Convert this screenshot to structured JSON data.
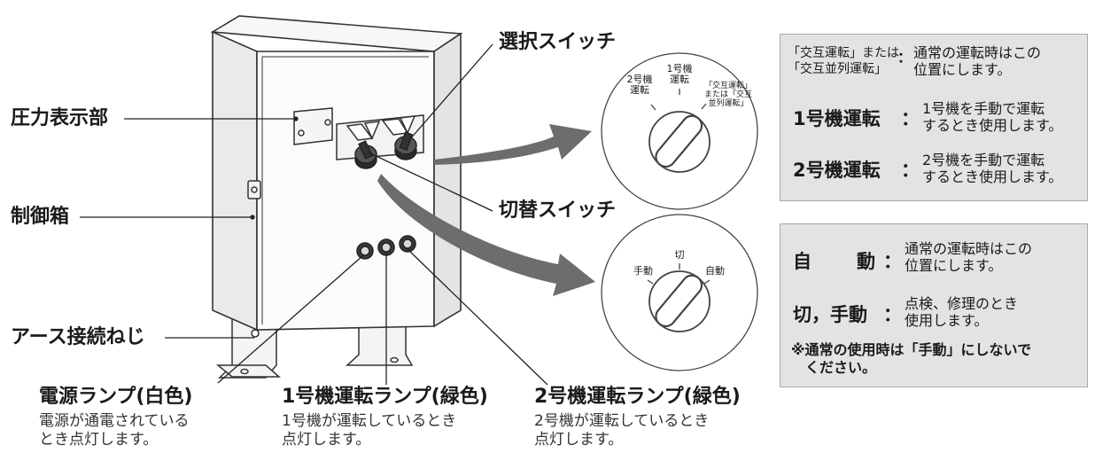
{
  "labels": {
    "selector_switch": "選択スイッチ",
    "pressure_display": "圧力表示部",
    "control_box": "制御箱",
    "changeover_switch": "切替スイッチ",
    "earth_screw": "アース接続ねじ"
  },
  "lamps": [
    {
      "title": "電源ランプ(白色)",
      "desc_line1": "電源が通電されている",
      "desc_line2": "とき点灯します。"
    },
    {
      "title": "1号機運転ランプ(緑色)",
      "desc_line1": "1号機が運転しているとき",
      "desc_line2": "点灯します。"
    },
    {
      "title": "2号機運転ランプ(緑色)",
      "desc_line1": "2号機が運転しているとき",
      "desc_line2": "点灯します。"
    }
  ],
  "selector_dial": {
    "pos_unit2_line1": "2号機",
    "pos_unit2_line2": "運転",
    "pos_unit1_line1": "1号機",
    "pos_unit1_line2": "運転",
    "pos_alt_line1": "「交互運転」",
    "pos_alt_line2": "または「交互",
    "pos_alt_line3": "並列運転」"
  },
  "changeover_dial": {
    "pos_off": "切",
    "pos_manual": "手動",
    "pos_auto": "自動"
  },
  "selector_box": {
    "row1_term_line1": "「交互運転」または",
    "row1_term_line2": "「交互並列運転」",
    "row1_text_line1": "通常の運転時はこの",
    "row1_text_line2": "位置にします。",
    "row2_term": "1号機運転",
    "row2_text_line1": "1号機を手動で運転",
    "row2_text_line2": "するとき使用します。",
    "row3_term": "2号機運転",
    "row3_text_line1": "2号機を手動で運転",
    "row3_text_line2": "するとき使用します。"
  },
  "changeover_box": {
    "row1_term_a": "自",
    "row1_term_b": "動",
    "row1_text_line1": "通常の運転時はこの",
    "row1_text_line2": "位置にします。",
    "row2_term": "切，手動",
    "row2_text_line1": "点検、修理のとき",
    "row2_text_line2": "使用します。",
    "note_line1": "※通常の使用時は「手動」にしないで",
    "note_line2": "ください。"
  }
}
